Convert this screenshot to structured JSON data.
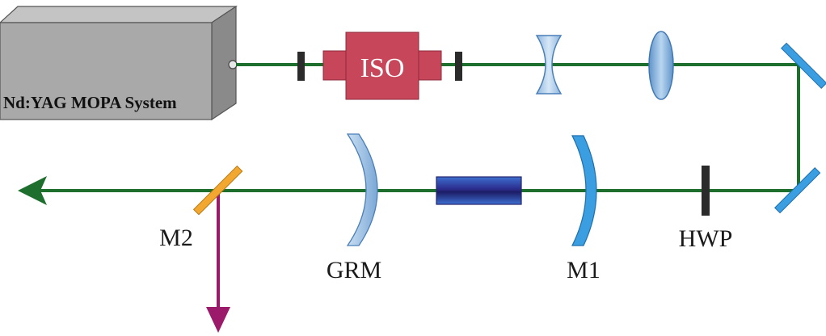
{
  "laser_source": {
    "label": "Nd:YAG MOPA System",
    "color_front": "#a9a9a9",
    "color_top": "#c4c4c4",
    "color_side": "#8a8a8a"
  },
  "isolator": {
    "label": "ISO",
    "color": "#c8465a",
    "label_color": "#ffffff"
  },
  "labels": {
    "hwp": "HWP",
    "m1": "M1",
    "grm": "GRM",
    "m2": "M2"
  },
  "colors": {
    "beam_green": "#1e6e2e",
    "beam_output": "#9b1b6a",
    "lens_blue": "#9cc3e6",
    "mirror_blue": "#3a9ee0",
    "mirror_m2": "#f2a830",
    "crystal": "#3a3a9a",
    "plate": "#2b2b2b"
  }
}
